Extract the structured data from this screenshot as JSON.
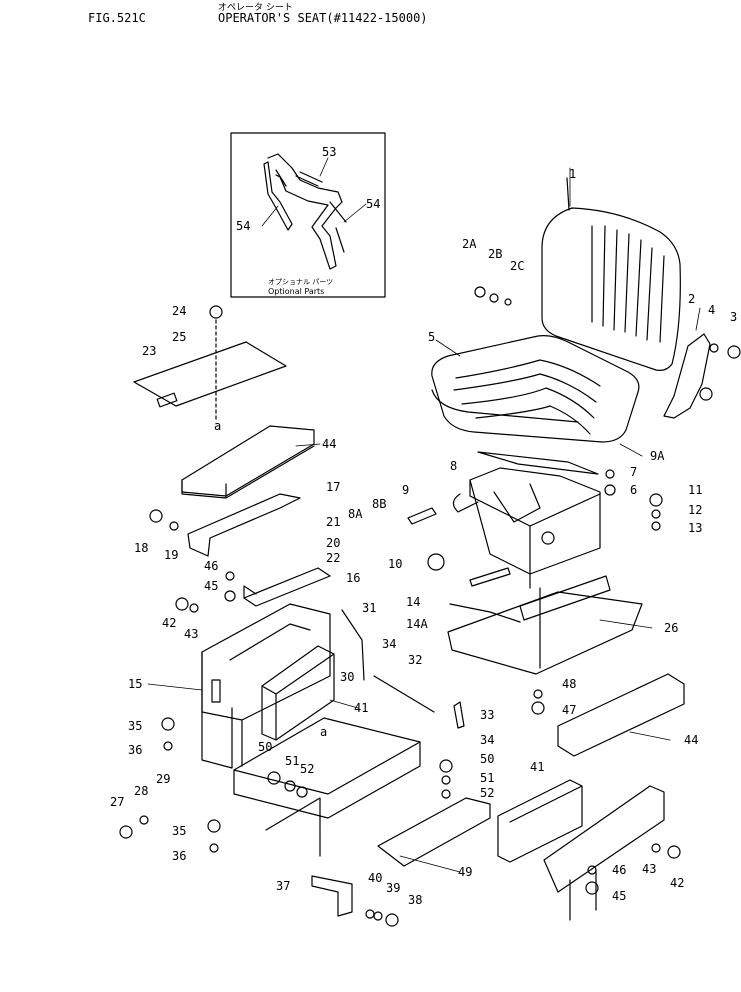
{
  "header": {
    "fig_no": "FIG.521C",
    "title_jp": "オペレータ シート",
    "title": "OPERATOR'S SEAT(#11422-15000)"
  },
  "inset": {
    "caption_jp": "オプショナル パーツ",
    "caption": "Optional Parts"
  },
  "callouts": [
    {
      "id": "c1",
      "label": "1"
    },
    {
      "id": "c2",
      "label": "2"
    },
    {
      "id": "c2A",
      "label": "2A"
    },
    {
      "id": "c2B",
      "label": "2B"
    },
    {
      "id": "c2C",
      "label": "2C"
    },
    {
      "id": "c3",
      "label": "3"
    },
    {
      "id": "c4",
      "label": "4"
    },
    {
      "id": "c5",
      "label": "5"
    },
    {
      "id": "c6",
      "label": "6"
    },
    {
      "id": "c7",
      "label": "7"
    },
    {
      "id": "c8",
      "label": "8"
    },
    {
      "id": "c8A",
      "label": "8A"
    },
    {
      "id": "c8B",
      "label": "8B"
    },
    {
      "id": "c9",
      "label": "9"
    },
    {
      "id": "c9A",
      "label": "9A"
    },
    {
      "id": "c10",
      "label": "10"
    },
    {
      "id": "c11",
      "label": "11"
    },
    {
      "id": "c12",
      "label": "12"
    },
    {
      "id": "c13",
      "label": "13"
    },
    {
      "id": "c14",
      "label": "14"
    },
    {
      "id": "c14A",
      "label": "14A"
    },
    {
      "id": "c15",
      "label": "15"
    },
    {
      "id": "c16",
      "label": "16"
    },
    {
      "id": "c17",
      "label": "17"
    },
    {
      "id": "c18",
      "label": "18"
    },
    {
      "id": "c19",
      "label": "19"
    },
    {
      "id": "c20",
      "label": "20"
    },
    {
      "id": "c21",
      "label": "21"
    },
    {
      "id": "c22",
      "label": "22"
    },
    {
      "id": "c23",
      "label": "23"
    },
    {
      "id": "c24",
      "label": "24"
    },
    {
      "id": "c25",
      "label": "25"
    },
    {
      "id": "c26",
      "label": "26"
    },
    {
      "id": "c27",
      "label": "27"
    },
    {
      "id": "c28",
      "label": "28"
    },
    {
      "id": "c29",
      "label": "29"
    },
    {
      "id": "c30",
      "label": "30"
    },
    {
      "id": "c31",
      "label": "31"
    },
    {
      "id": "c32",
      "label": "32"
    },
    {
      "id": "c33",
      "label": "33"
    },
    {
      "id": "c34a",
      "label": "34"
    },
    {
      "id": "c34b",
      "label": "34"
    },
    {
      "id": "c35a",
      "label": "35"
    },
    {
      "id": "c35b",
      "label": "35"
    },
    {
      "id": "c36a",
      "label": "36"
    },
    {
      "id": "c36b",
      "label": "36"
    },
    {
      "id": "c37",
      "label": "37"
    },
    {
      "id": "c38",
      "label": "38"
    },
    {
      "id": "c39",
      "label": "39"
    },
    {
      "id": "c40",
      "label": "40"
    },
    {
      "id": "c41a",
      "label": "41"
    },
    {
      "id": "c41b",
      "label": "41"
    },
    {
      "id": "c42a",
      "label": "42"
    },
    {
      "id": "c42b",
      "label": "42"
    },
    {
      "id": "c43a",
      "label": "43"
    },
    {
      "id": "c43b",
      "label": "43"
    },
    {
      "id": "c44a",
      "label": "44"
    },
    {
      "id": "c44b",
      "label": "44"
    },
    {
      "id": "c45a",
      "label": "45"
    },
    {
      "id": "c45b",
      "label": "45"
    },
    {
      "id": "c46a",
      "label": "46"
    },
    {
      "id": "c46b",
      "label": "46"
    },
    {
      "id": "c47",
      "label": "47"
    },
    {
      "id": "c48",
      "label": "48"
    },
    {
      "id": "c49",
      "label": "49"
    },
    {
      "id": "c50a",
      "label": "50"
    },
    {
      "id": "c50b",
      "label": "50"
    },
    {
      "id": "c51a",
      "label": "51"
    },
    {
      "id": "c51b",
      "label": "51"
    },
    {
      "id": "c52a",
      "label": "52"
    },
    {
      "id": "c52b",
      "label": "52"
    },
    {
      "id": "c53",
      "label": "53"
    },
    {
      "id": "c54a",
      "label": "54"
    },
    {
      "id": "c54b",
      "label": "54"
    },
    {
      "id": "ca",
      "label": "a"
    },
    {
      "id": "cb",
      "label": "a"
    }
  ]
}
